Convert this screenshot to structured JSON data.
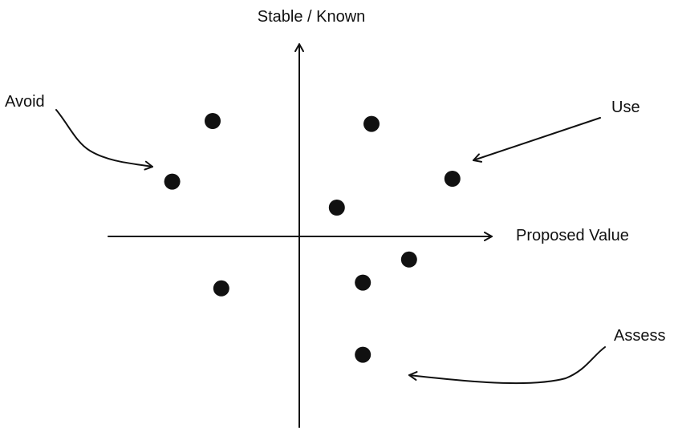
{
  "axes": {
    "y_label": "Stable / Known",
    "x_label": "Proposed Value"
  },
  "annotations": {
    "avoid": "Avoid",
    "use": "Use",
    "assess": "Assess"
  },
  "colors": {
    "ink": "#111111",
    "background": "#ffffff"
  },
  "points": [
    {
      "x": -3.0,
      "y": 4.0
    },
    {
      "x": 2.5,
      "y": 3.9
    },
    {
      "x": -4.4,
      "y": 1.9
    },
    {
      "x": 5.3,
      "y": 2.0
    },
    {
      "x": 1.3,
      "y": 1.0
    },
    {
      "x": 3.8,
      "y": -0.8
    },
    {
      "x": 2.2,
      "y": -1.6
    },
    {
      "x": -2.7,
      "y": -1.8
    },
    {
      "x": 2.2,
      "y": -4.1
    }
  ]
}
